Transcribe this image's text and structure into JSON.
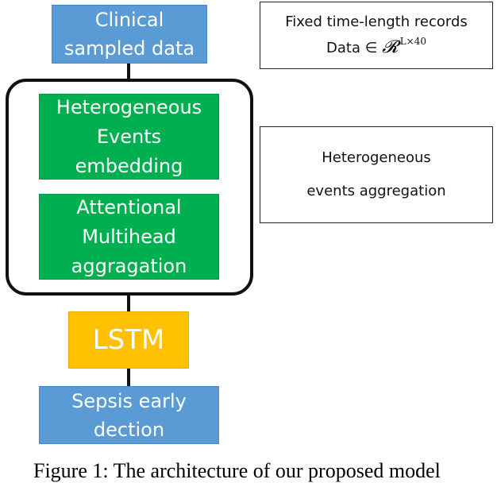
{
  "nodes": {
    "clinical": {
      "line1": "Clinical",
      "line2": "sampled data"
    },
    "embedding": {
      "line1": "Heterogeneous",
      "line2": "Events",
      "line3": "embedding"
    },
    "attention": {
      "line1": "Attentional",
      "line2": "Multihead",
      "line3": "aggragation"
    },
    "lstm": {
      "label": "LSTM"
    },
    "sepsis": {
      "line1": "Sepsis early",
      "line2": "dection"
    }
  },
  "notes": {
    "records": {
      "line1": "Fixed time-length records",
      "data_prefix": "Data ∈",
      "symbol": "𝓡",
      "superscript": "L×40"
    },
    "aggregation": {
      "line1": "Heterogeneous",
      "line2": "events aggregation"
    }
  },
  "caption": "Figure 1:  The architecture of our proposed model",
  "colors": {
    "blue": "#5b9bd5",
    "green": "#00b050",
    "orange": "#ffc000"
  }
}
